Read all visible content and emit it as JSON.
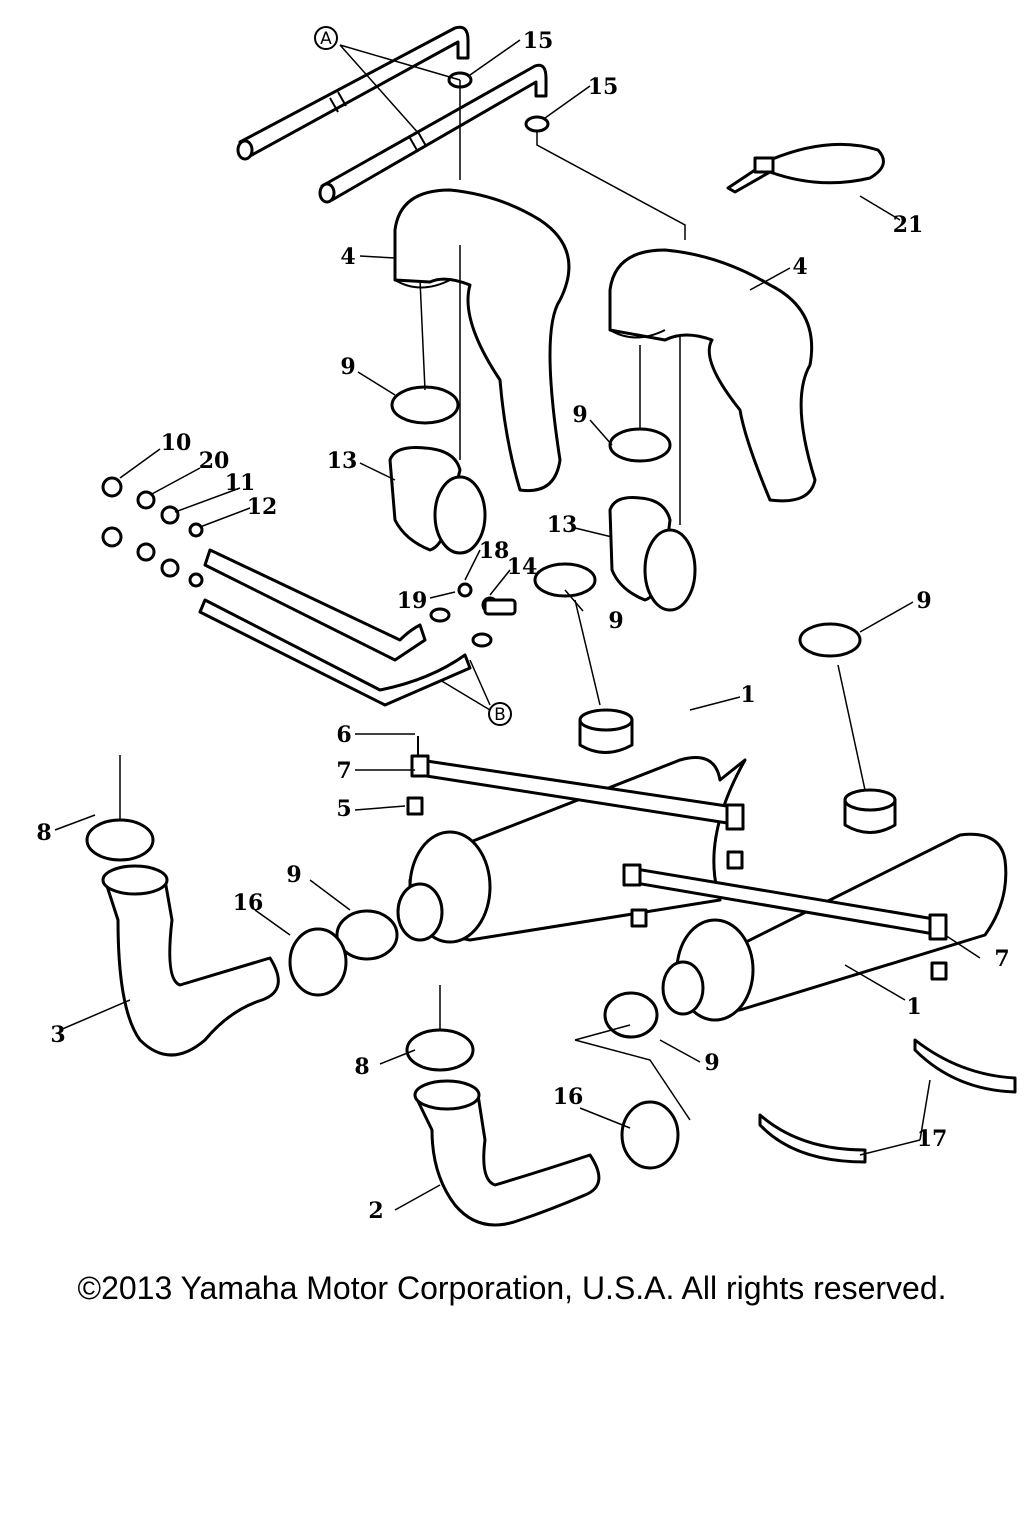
{
  "diagram": {
    "callouts": {
      "c1a": "1",
      "c1b": "1",
      "c2": "2",
      "c3": "3",
      "c4a": "4",
      "c4b": "4",
      "c5": "5",
      "c6": "6",
      "c7a": "7",
      "c7b": "7",
      "c8a": "8",
      "c8b": "8",
      "c9a": "9",
      "c9b": "9",
      "c9c": "9",
      "c9d": "9",
      "c9e": "9",
      "c9f": "9",
      "c10": "10",
      "c11": "11",
      "c12": "12",
      "c13a": "13",
      "c13b": "13",
      "c14": "14",
      "c15a": "15",
      "c15b": "15",
      "c16a": "16",
      "c16b": "16",
      "c17": "17",
      "c18": "18",
      "c19": "19",
      "c20": "20",
      "c21": "21",
      "cA": "A",
      "cB": "B"
    }
  },
  "copyright": "©2013 Yamaha Motor Corporation, U.S.A. All rights reserved."
}
